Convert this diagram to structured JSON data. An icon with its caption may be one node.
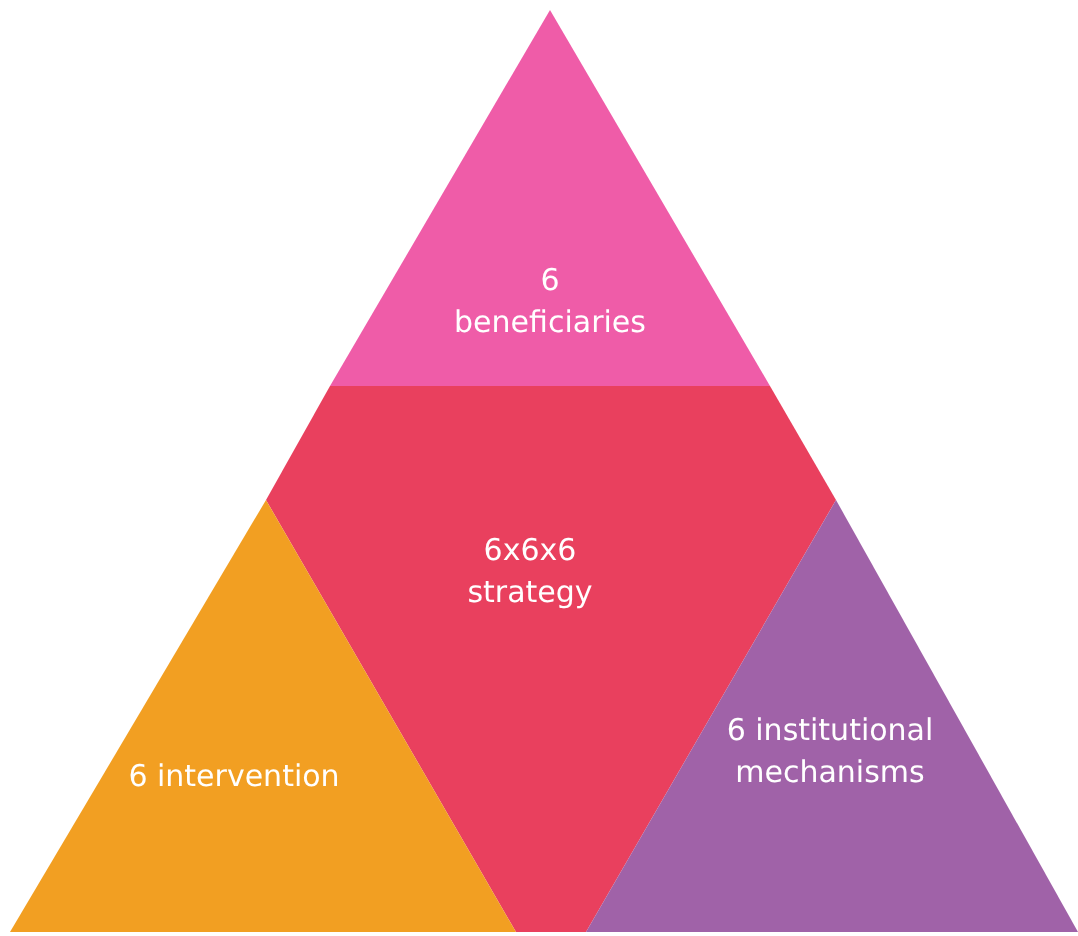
{
  "diagram": {
    "nodes": [
      {
        "text": [
          "6 beneficiaries"
        ]
      },
      {
        "text": [
          "6x6x6 strategy"
        ]
      },
      {
        "text": [
          "6 intervention"
        ]
      },
      {
        "text": [
          "6 institutional mechanisms"
        ]
      }
    ]
  }
}
